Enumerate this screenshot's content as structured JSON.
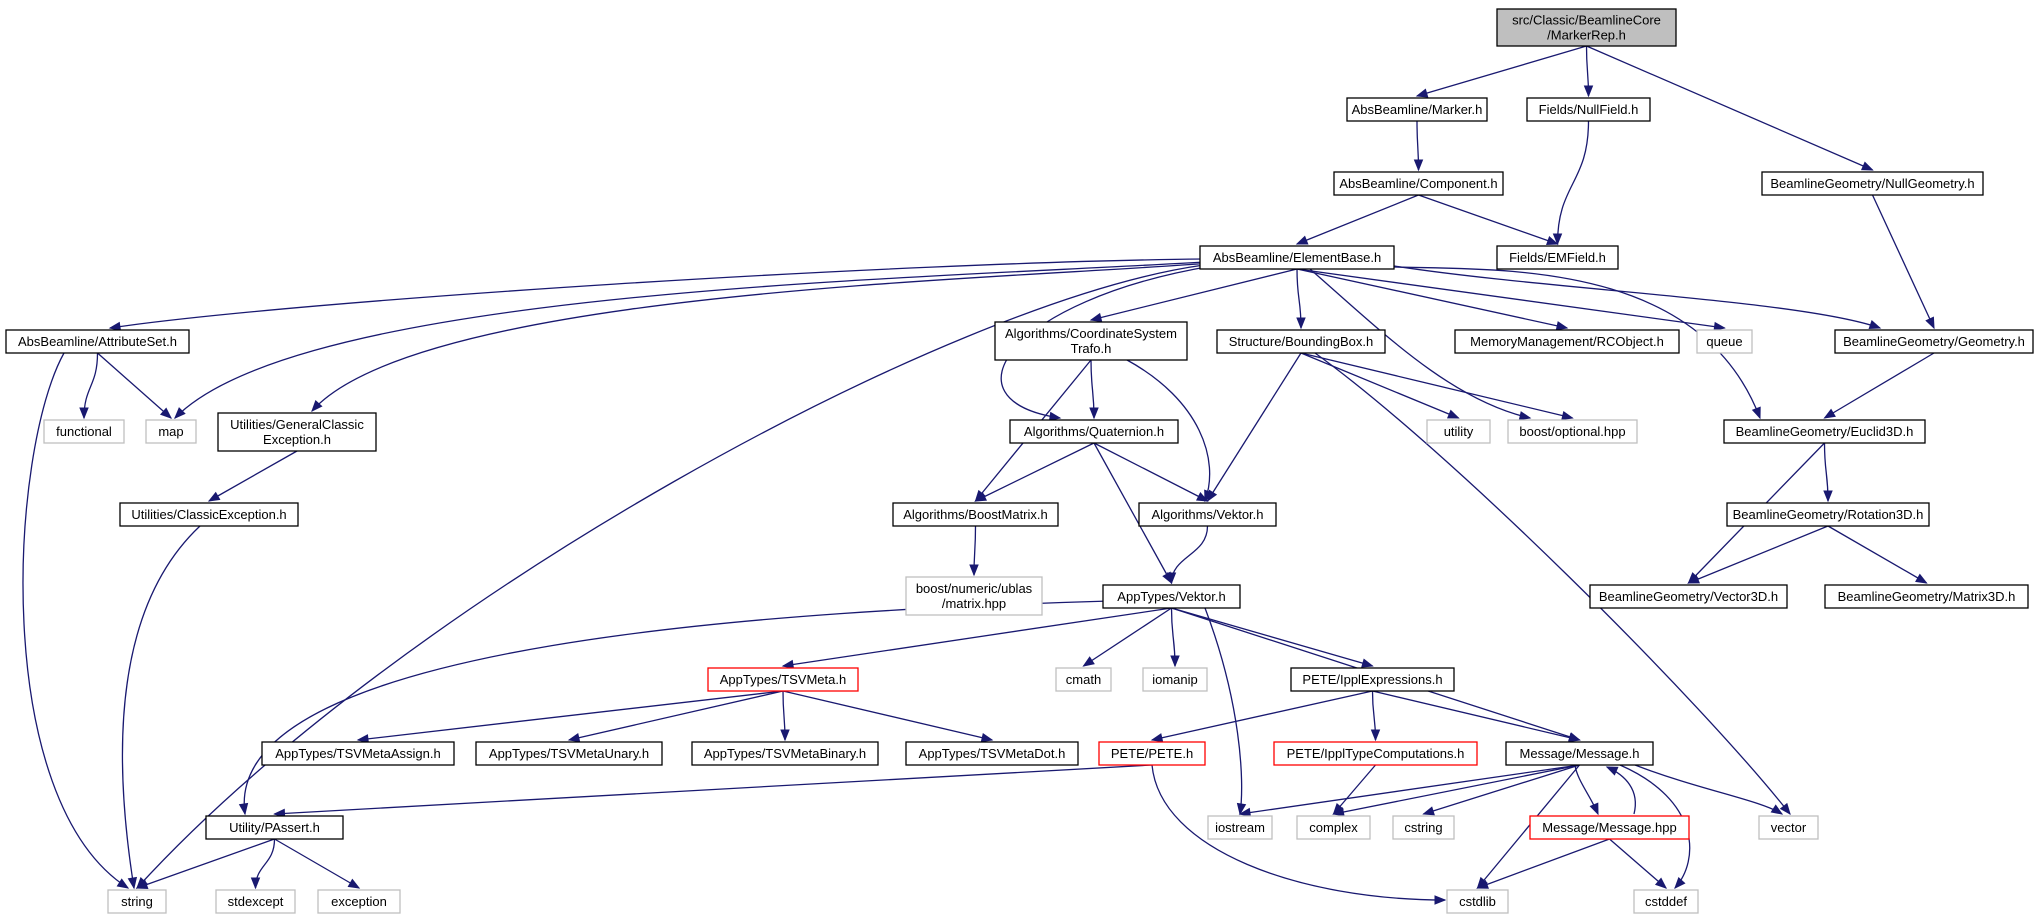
{
  "graph": {
    "colors": {
      "edge": "#191970",
      "root_fill": "#bfbfbf",
      "border_default": "#000000",
      "border_system": "#bfbfbf",
      "border_truncated": "#ff0000"
    },
    "nodes": [
      {
        "id": "root",
        "lines": [
          "src/Classic/BeamlineCore",
          "/MarkerRep.h"
        ],
        "kind": "root"
      },
      {
        "id": "marker",
        "lines": [
          "AbsBeamline/Marker.h"
        ],
        "kind": "std"
      },
      {
        "id": "nullfield",
        "lines": [
          "Fields/NullField.h"
        ],
        "kind": "std"
      },
      {
        "id": "nullgeom",
        "lines": [
          "BeamlineGeometry/NullGeometry.h"
        ],
        "kind": "std"
      },
      {
        "id": "component",
        "lines": [
          "AbsBeamline/Component.h"
        ],
        "kind": "std"
      },
      {
        "id": "elementbase",
        "lines": [
          "AbsBeamline/ElementBase.h"
        ],
        "kind": "std"
      },
      {
        "id": "emfield",
        "lines": [
          "Fields/EMField.h"
        ],
        "kind": "std"
      },
      {
        "id": "attributeset",
        "lines": [
          "AbsBeamline/AttributeSet.h"
        ],
        "kind": "std"
      },
      {
        "id": "coordtrafo",
        "lines": [
          "Algorithms/CoordinateSystem",
          "Trafo.h"
        ],
        "kind": "std"
      },
      {
        "id": "boundingbox",
        "lines": [
          "Structure/BoundingBox.h"
        ],
        "kind": "std"
      },
      {
        "id": "rcobject",
        "lines": [
          "MemoryManagement/RCObject.h"
        ],
        "kind": "std"
      },
      {
        "id": "queue",
        "lines": [
          "queue"
        ],
        "kind": "sys"
      },
      {
        "id": "geometry",
        "lines": [
          "BeamlineGeometry/Geometry.h"
        ],
        "kind": "std"
      },
      {
        "id": "functional",
        "lines": [
          "functional"
        ],
        "kind": "sys"
      },
      {
        "id": "map",
        "lines": [
          "map"
        ],
        "kind": "sys"
      },
      {
        "id": "genclassic",
        "lines": [
          "Utilities/GeneralClassic",
          "Exception.h"
        ],
        "kind": "std"
      },
      {
        "id": "quaternion",
        "lines": [
          "Algorithms/Quaternion.h"
        ],
        "kind": "std"
      },
      {
        "id": "utility",
        "lines": [
          "utility"
        ],
        "kind": "sys"
      },
      {
        "id": "optional",
        "lines": [
          "boost/optional.hpp"
        ],
        "kind": "sys"
      },
      {
        "id": "euclid3d",
        "lines": [
          "BeamlineGeometry/Euclid3D.h"
        ],
        "kind": "std"
      },
      {
        "id": "classicexc",
        "lines": [
          "Utilities/ClassicException.h"
        ],
        "kind": "std"
      },
      {
        "id": "boostmatrix",
        "lines": [
          "Algorithms/BoostMatrix.h"
        ],
        "kind": "std"
      },
      {
        "id": "algvektor",
        "lines": [
          "Algorithms/Vektor.h"
        ],
        "kind": "std"
      },
      {
        "id": "rotation3d",
        "lines": [
          "BeamlineGeometry/Rotation3D.h"
        ],
        "kind": "std"
      },
      {
        "id": "ublas",
        "lines": [
          "boost/numeric/ublas",
          "/matrix.hpp"
        ],
        "kind": "sys"
      },
      {
        "id": "apptvektor",
        "lines": [
          "AppTypes/Vektor.h"
        ],
        "kind": "std"
      },
      {
        "id": "vector3d",
        "lines": [
          "BeamlineGeometry/Vector3D.h"
        ],
        "kind": "std"
      },
      {
        "id": "matrix3d",
        "lines": [
          "BeamlineGeometry/Matrix3D.h"
        ],
        "kind": "std"
      },
      {
        "id": "tsvmeta",
        "lines": [
          "AppTypes/TSVMeta.h"
        ],
        "kind": "red"
      },
      {
        "id": "cmath",
        "lines": [
          "cmath"
        ],
        "kind": "sys"
      },
      {
        "id": "iomanip",
        "lines": [
          "iomanip"
        ],
        "kind": "sys"
      },
      {
        "id": "ipplexpr",
        "lines": [
          "PETE/IpplExpressions.h"
        ],
        "kind": "std"
      },
      {
        "id": "tsvassign",
        "lines": [
          "AppTypes/TSVMetaAssign.h"
        ],
        "kind": "std"
      },
      {
        "id": "tsvunary",
        "lines": [
          "AppTypes/TSVMetaUnary.h"
        ],
        "kind": "std"
      },
      {
        "id": "tsvbinary",
        "lines": [
          "AppTypes/TSVMetaBinary.h"
        ],
        "kind": "std"
      },
      {
        "id": "tsvdot",
        "lines": [
          "AppTypes/TSVMetaDot.h"
        ],
        "kind": "std"
      },
      {
        "id": "pete",
        "lines": [
          "PETE/PETE.h"
        ],
        "kind": "red"
      },
      {
        "id": "ippltype",
        "lines": [
          "PETE/IpplTypeComputations.h"
        ],
        "kind": "red"
      },
      {
        "id": "messageh",
        "lines": [
          "Message/Message.h"
        ],
        "kind": "std"
      },
      {
        "id": "passert",
        "lines": [
          "Utility/PAssert.h"
        ],
        "kind": "std"
      },
      {
        "id": "iostream",
        "lines": [
          "iostream"
        ],
        "kind": "sys"
      },
      {
        "id": "complex",
        "lines": [
          "complex"
        ],
        "kind": "sys"
      },
      {
        "id": "cstring",
        "lines": [
          "cstring"
        ],
        "kind": "sys"
      },
      {
        "id": "messagehpp",
        "lines": [
          "Message/Message.hpp"
        ],
        "kind": "red"
      },
      {
        "id": "vector",
        "lines": [
          "vector"
        ],
        "kind": "sys"
      },
      {
        "id": "string",
        "lines": [
          "string"
        ],
        "kind": "sys"
      },
      {
        "id": "stdexcept",
        "lines": [
          "stdexcept"
        ],
        "kind": "sys"
      },
      {
        "id": "exception",
        "lines": [
          "exception"
        ],
        "kind": "sys"
      },
      {
        "id": "cstdlib",
        "lines": [
          "cstdlib"
        ],
        "kind": "sys"
      },
      {
        "id": "cstddef",
        "lines": [
          "cstddef"
        ],
        "kind": "sys"
      }
    ],
    "edges": [
      [
        "root",
        "marker"
      ],
      [
        "root",
        "nullfield"
      ],
      [
        "root",
        "nullgeom"
      ],
      [
        "marker",
        "component"
      ],
      [
        "nullfield",
        "emfield"
      ],
      [
        "nullgeom",
        "geometry"
      ],
      [
        "component",
        "elementbase"
      ],
      [
        "component",
        "emfield"
      ],
      [
        "elementbase",
        "attributeset"
      ],
      [
        "elementbase",
        "map"
      ],
      [
        "elementbase",
        "genclassic"
      ],
      [
        "elementbase",
        "string"
      ],
      [
        "elementbase",
        "quaternion"
      ],
      [
        "elementbase",
        "coordtrafo"
      ],
      [
        "elementbase",
        "boundingbox"
      ],
      [
        "elementbase",
        "optional"
      ],
      [
        "elementbase",
        "rcobject"
      ],
      [
        "elementbase",
        "queue"
      ],
      [
        "elementbase",
        "euclid3d"
      ],
      [
        "elementbase",
        "geometry"
      ],
      [
        "attributeset",
        "functional"
      ],
      [
        "attributeset",
        "map"
      ],
      [
        "attributeset",
        "string"
      ],
      [
        "genclassic",
        "classicexc"
      ],
      [
        "classicexc",
        "string"
      ],
      [
        "coordtrafo",
        "quaternion"
      ],
      [
        "coordtrafo",
        "boostmatrix"
      ],
      [
        "coordtrafo",
        "algvektor"
      ],
      [
        "boundingbox",
        "algvektor"
      ],
      [
        "boundingbox",
        "utility"
      ],
      [
        "boundingbox",
        "optional"
      ],
      [
        "boundingbox",
        "vector"
      ],
      [
        "geometry",
        "euclid3d"
      ],
      [
        "quaternion",
        "boostmatrix"
      ],
      [
        "quaternion",
        "algvektor"
      ],
      [
        "quaternion",
        "apptvektor"
      ],
      [
        "euclid3d",
        "rotation3d"
      ],
      [
        "euclid3d",
        "vector3d"
      ],
      [
        "rotation3d",
        "vector3d"
      ],
      [
        "rotation3d",
        "matrix3d"
      ],
      [
        "boostmatrix",
        "ublas"
      ],
      [
        "algvektor",
        "apptvektor"
      ],
      [
        "apptvektor",
        "tsvmeta"
      ],
      [
        "apptvektor",
        "cmath"
      ],
      [
        "apptvektor",
        "iomanip"
      ],
      [
        "apptvektor",
        "ipplexpr"
      ],
      [
        "apptvektor",
        "iostream"
      ],
      [
        "apptvektor",
        "messageh"
      ],
      [
        "apptvektor",
        "passert"
      ],
      [
        "tsvmeta",
        "tsvassign"
      ],
      [
        "tsvmeta",
        "tsvunary"
      ],
      [
        "tsvmeta",
        "tsvbinary"
      ],
      [
        "tsvmeta",
        "tsvdot"
      ],
      [
        "ipplexpr",
        "pete"
      ],
      [
        "ipplexpr",
        "ippltype"
      ],
      [
        "ipplexpr",
        "messageh"
      ],
      [
        "pete",
        "passert"
      ],
      [
        "pete",
        "cstdlib"
      ],
      [
        "ippltype",
        "complex"
      ],
      [
        "messageh",
        "iostream"
      ],
      [
        "messageh",
        "complex"
      ],
      [
        "messageh",
        "cstring"
      ],
      [
        "messageh",
        "messagehpp"
      ],
      [
        "messageh",
        "vector"
      ],
      [
        "messageh",
        "cstdlib"
      ],
      [
        "messageh",
        "cstddef"
      ],
      [
        "messagehpp",
        "messageh"
      ],
      [
        "messagehpp",
        "cstdlib"
      ],
      [
        "messagehpp",
        "cstddef"
      ],
      [
        "passert",
        "string"
      ],
      [
        "passert",
        "stdexcept"
      ],
      [
        "passert",
        "exception"
      ]
    ]
  }
}
